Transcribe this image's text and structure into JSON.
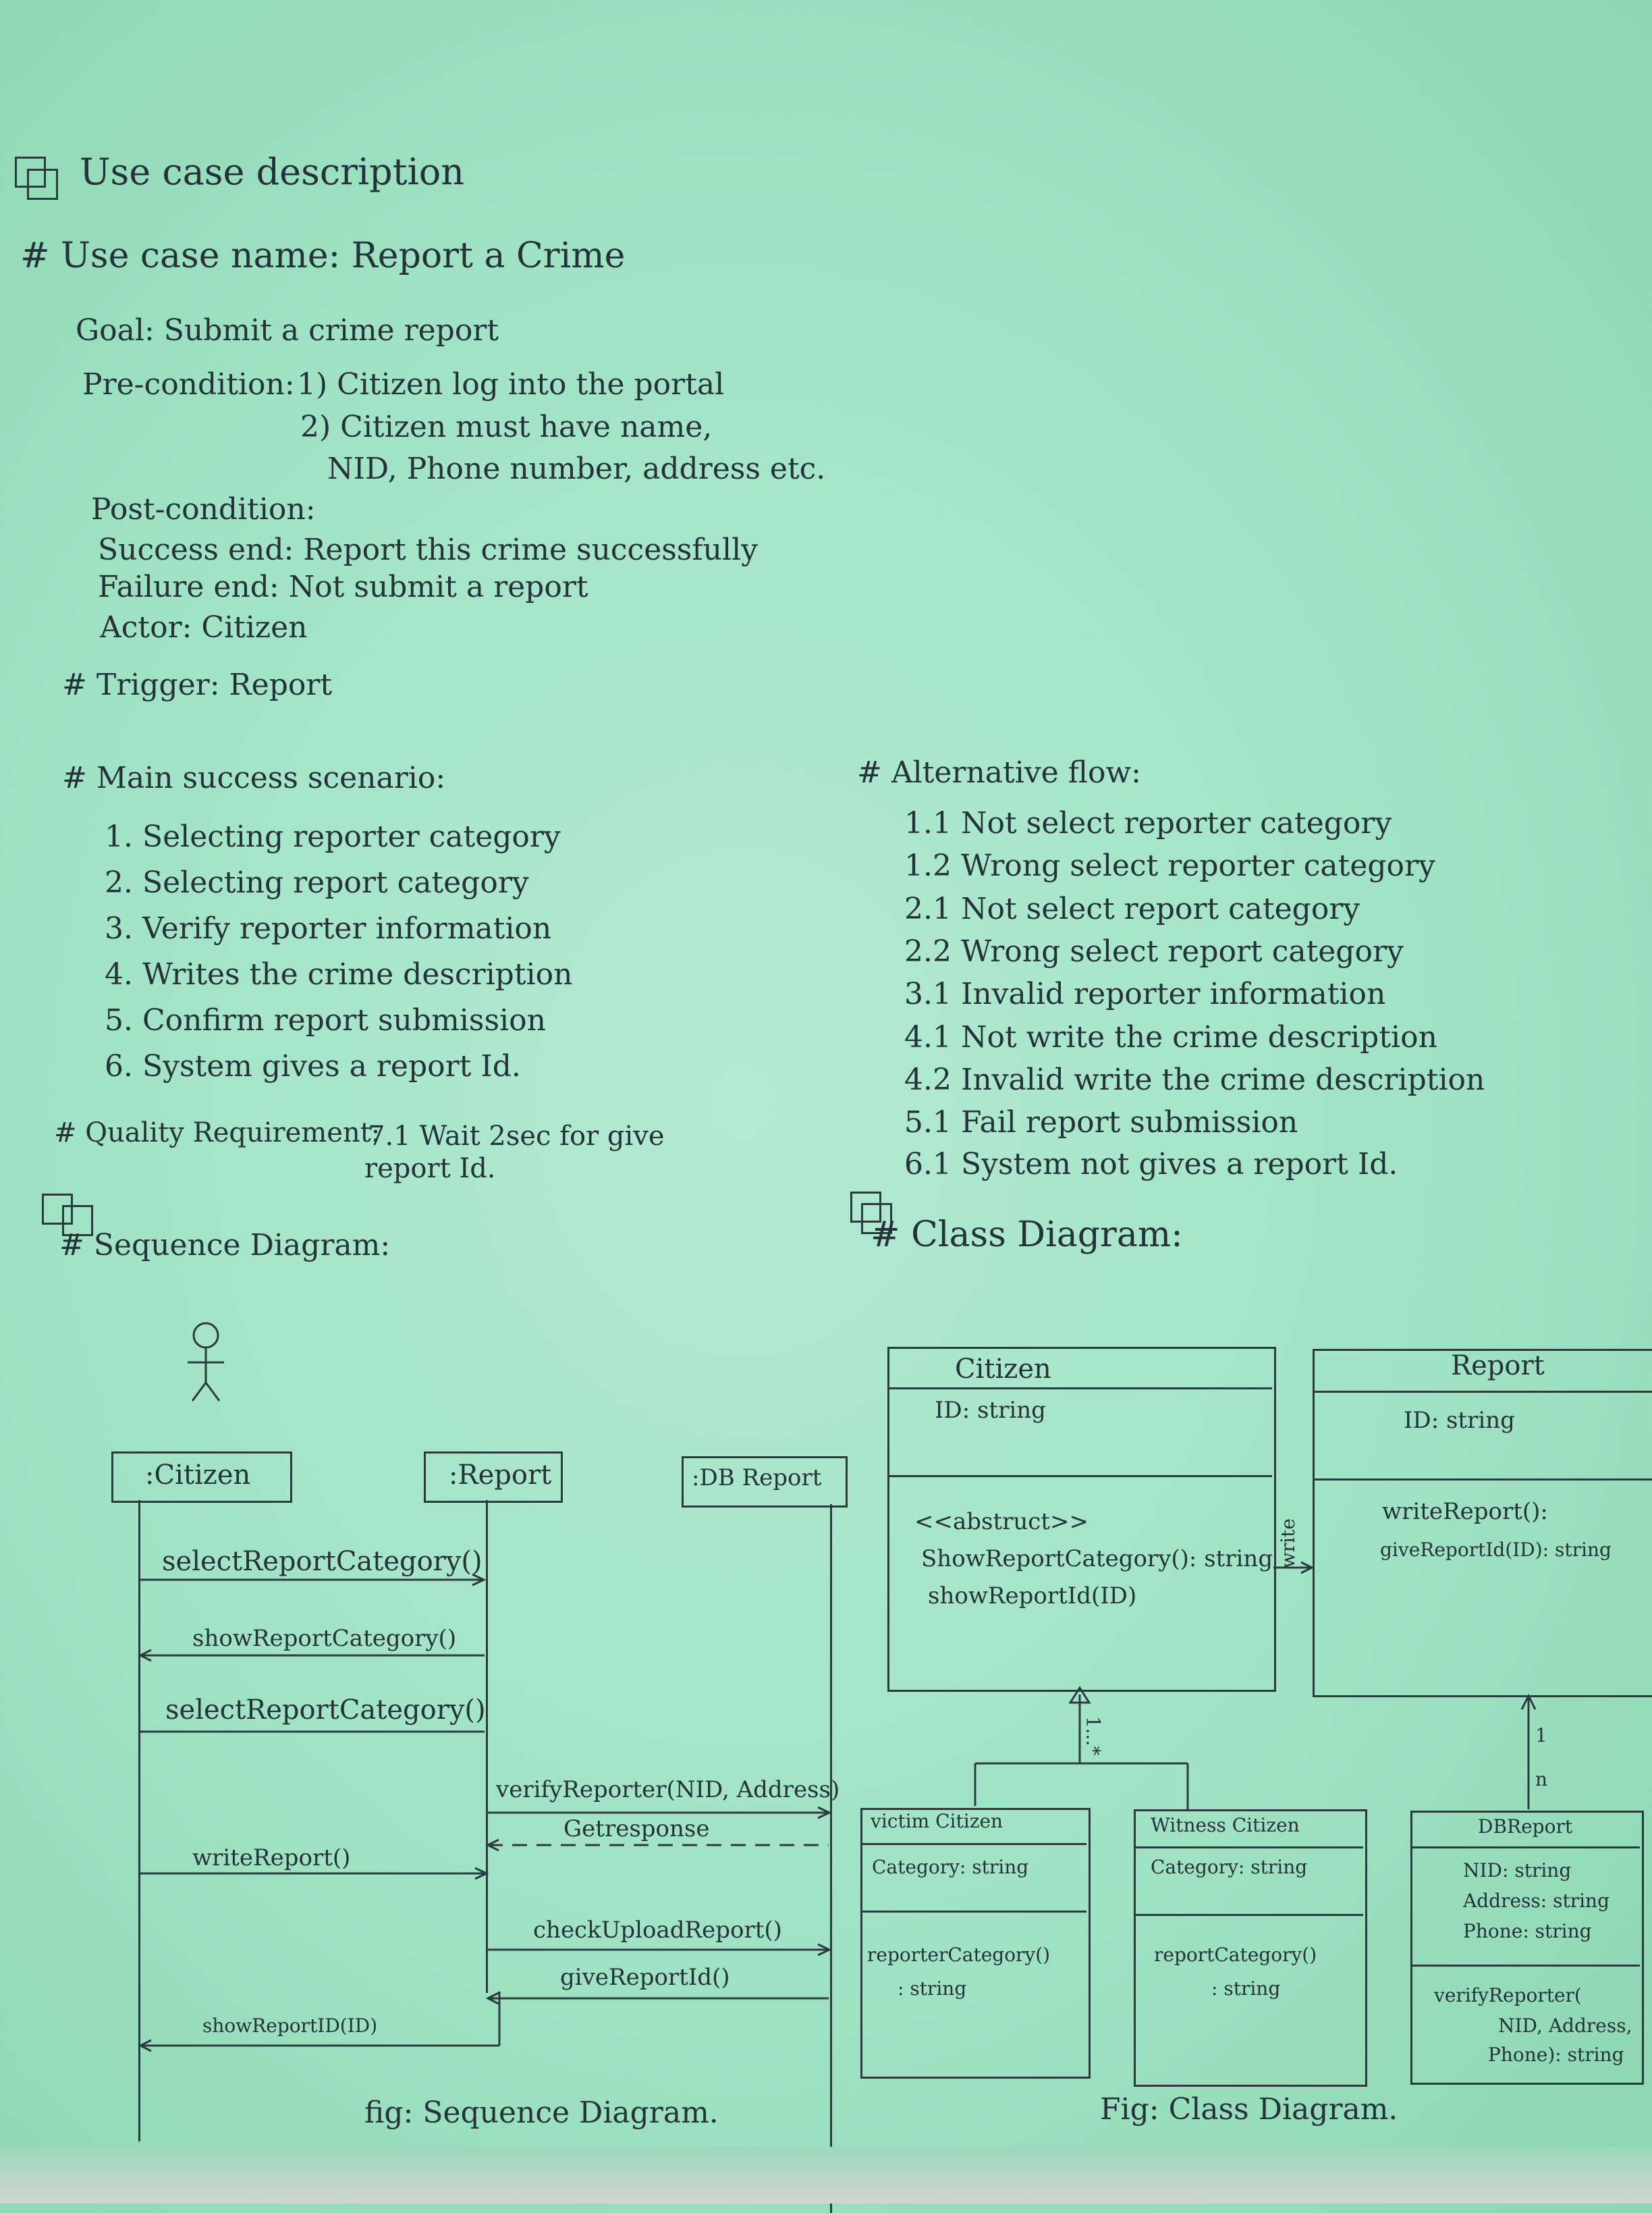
{
  "use_case": {
    "section_title": "Use case description",
    "name_line": "# Use case name: Report a Crime",
    "goal": "Goal: Submit a crime report",
    "pre_label": "Pre-condition:",
    "pre_1": "1) Citizen log into the portal",
    "pre_2a": "2) Citizen must have name,",
    "pre_2b": "NID, Phone number, address etc.",
    "post_label": "Post-condition:",
    "success": "Success end: Report this crime successfully",
    "failure": "Failure end: Not submit a report",
    "actor": "Actor: Citizen",
    "trigger": "# Trigger: Report"
  },
  "main_scenario": {
    "title": "# Main success scenario:",
    "steps": [
      "1. Selecting reporter category",
      "2. Selecting report category",
      "3. Verify reporter information",
      "4. Writes the crime description",
      "5. Confirm report submission",
      "6. System gives a report Id."
    ]
  },
  "alternative_flow": {
    "title": "# Alternative flow:",
    "items": [
      "1.1 Not select reporter category",
      "1.2 Wrong select reporter category",
      "2.1 Not select report category",
      "2.2 Wrong select report category",
      "3.1 Invalid reporter information",
      "4.1 Not write the crime description",
      "4.2 Invalid write the crime description",
      "5.1 Fail report submission",
      "6.1 System not gives a report Id."
    ]
  },
  "quality": {
    "label": "# Quality Requirement:",
    "line1": "7.1 Wait 2sec for give",
    "line2": "report Id."
  },
  "sequence": {
    "title": "# Sequence Diagram:",
    "lifelines": [
      ":Citizen",
      ":Report",
      ":DB Report"
    ],
    "messages": [
      "selectReportCategory()",
      "showReportCategory()",
      "selectReportCategory()",
      "verifyReporter(NID, Address)",
      "Getresponse",
      "writeReport()",
      "checkUploadReport()",
      "giveReportId()",
      "showReportID(ID)"
    ],
    "caption": "fig: Sequence Diagram."
  },
  "class_diagram": {
    "title": "# Class Diagram:",
    "citizen": {
      "name": "Citizen",
      "attr": "ID: string",
      "ops": [
        "<<abstruct>>",
        "ShowReportCategory(): string",
        "showReportId(ID)"
      ]
    },
    "report": {
      "name": "Report",
      "attr": "ID: string",
      "ops": [
        "writeReport():",
        "giveReportId(ID): string"
      ]
    },
    "assoc_label": "write",
    "mult_inherit": "1...*",
    "mult_db_1": "1",
    "mult_db_n": "n",
    "victim": {
      "name": "victim Citizen",
      "attr": "Category: string",
      "ops": [
        "reporterCategory()",
        ": string"
      ]
    },
    "witness": {
      "name": "Witness Citizen",
      "attr": "Category: string",
      "ops": [
        "reportCategory()",
        ": string"
      ]
    },
    "dbreport": {
      "name": "DBReport",
      "attrs": [
        "NID: string",
        "Address: string",
        "Phone: string"
      ],
      "ops": [
        "verifyReporter(",
        "NID, Address,",
        "Phone): string"
      ]
    },
    "caption": "Fig: Class Diagram."
  }
}
